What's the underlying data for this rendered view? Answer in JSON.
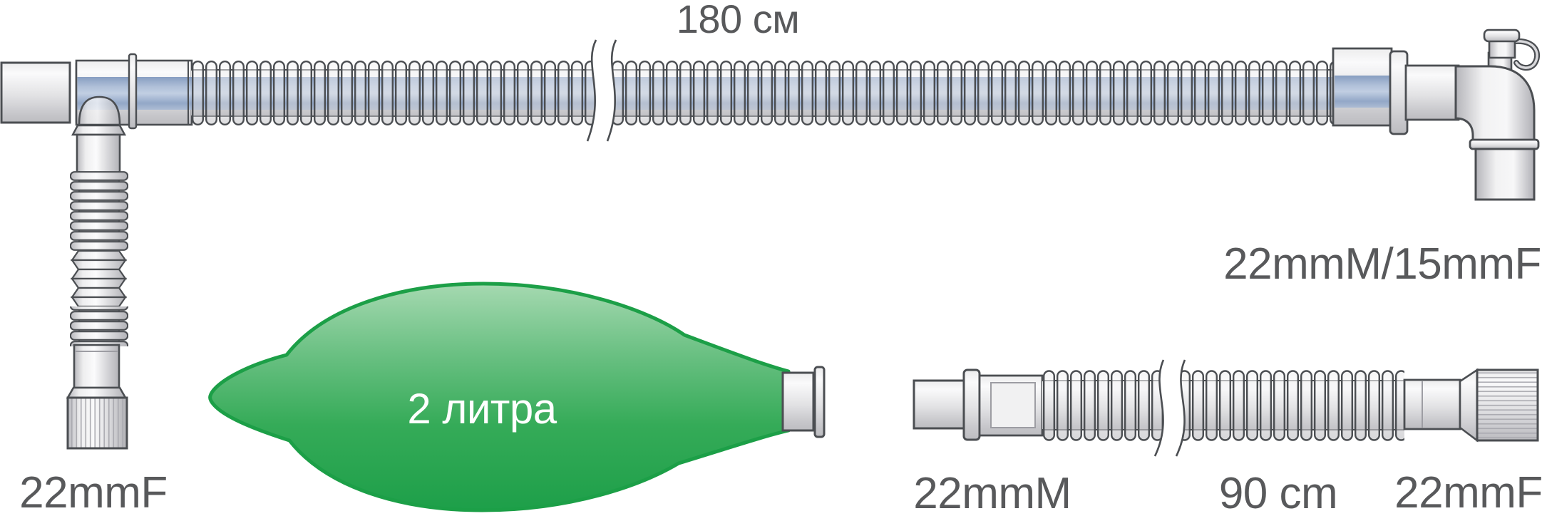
{
  "diagram": {
    "description": "Anesthesia breathing circuit schematic",
    "labels": {
      "tube_length": "180 см",
      "elbow_spec": "22mmM/15mmF",
      "bag_volume": "2 литра",
      "branch_port": "22mmF",
      "hose_left_port": "22mmM",
      "hose_length": "90 cm",
      "hose_right_port": "22mmF"
    },
    "colors": {
      "outline": "#4b4e52",
      "label_text": "#58595b",
      "bag_green": "#2faa55",
      "bag_border": "#1c9f47",
      "bag_text": "#ffffff",
      "inner_tube_blue": "#8aa3c7",
      "plastic_gray": "#e9e9ea"
    }
  }
}
